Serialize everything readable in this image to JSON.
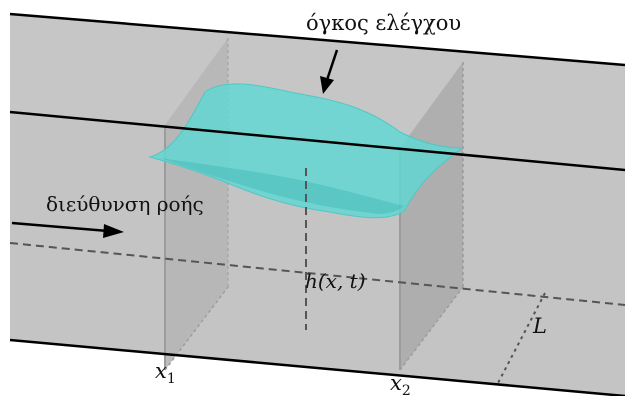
{
  "diagram": {
    "control_volume_label": "όγκος ελέγχου",
    "flow_direction_label": "διεύθυνση ροής",
    "height_label": "h(x, t)",
    "x1_label": "x",
    "x1_sub": "1",
    "x2_label": "x",
    "x2_sub": "2",
    "width_label": "L"
  },
  "colors": {
    "channel_fill": "#c4c4c4",
    "channel_edge": "#000000",
    "section_plane": "#b4b4b4",
    "water_surface": "#5fd8d4",
    "dashed_line": "#555555"
  }
}
